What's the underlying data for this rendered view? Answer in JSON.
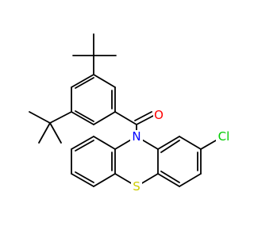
{
  "atoms": {
    "oxygen": {
      "text": "O",
      "color": "#ff0000"
    },
    "nitrogen": {
      "text": "N",
      "color": "#0000ff"
    },
    "chlorine": {
      "text": "Cl",
      "color": "#00cc00"
    },
    "sulfur": {
      "text": "S",
      "color": "#cccc00"
    }
  },
  "colors": {
    "bond": "#000000",
    "background": "#ffffff"
  }
}
